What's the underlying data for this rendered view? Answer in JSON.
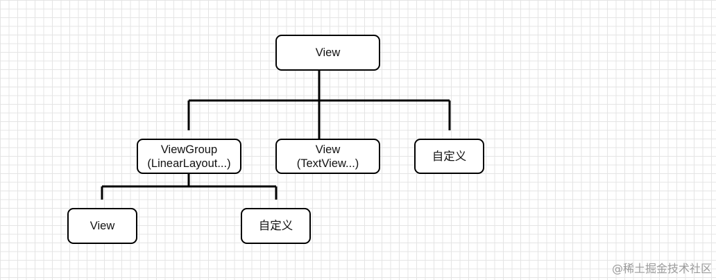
{
  "diagram": {
    "nodes": {
      "root": {
        "lines": [
          "View"
        ]
      },
      "viewgroup": {
        "lines": [
          "ViewGroup",
          "(LinearLayout...)"
        ]
      },
      "textview": {
        "lines": [
          "View",
          "(TextView...)"
        ]
      },
      "custom_top": {
        "lines": [
          "自定义"
        ]
      },
      "child_view": {
        "lines": [
          "View"
        ]
      },
      "child_custom": {
        "lines": [
          "自定义"
        ]
      }
    },
    "edges": [
      {
        "from": "root",
        "to": "viewgroup"
      },
      {
        "from": "root",
        "to": "textview"
      },
      {
        "from": "root",
        "to": "custom_top"
      },
      {
        "from": "viewgroup",
        "to": "child_view"
      },
      {
        "from": "viewgroup",
        "to": "child_custom"
      }
    ],
    "colors": {
      "stroke": "#000000",
      "node_fill": "#ffffff",
      "grid": "#e4e4e4",
      "watermark": "#9a9a9a"
    }
  },
  "watermark": {
    "text": "@稀土掘金技术社区"
  }
}
